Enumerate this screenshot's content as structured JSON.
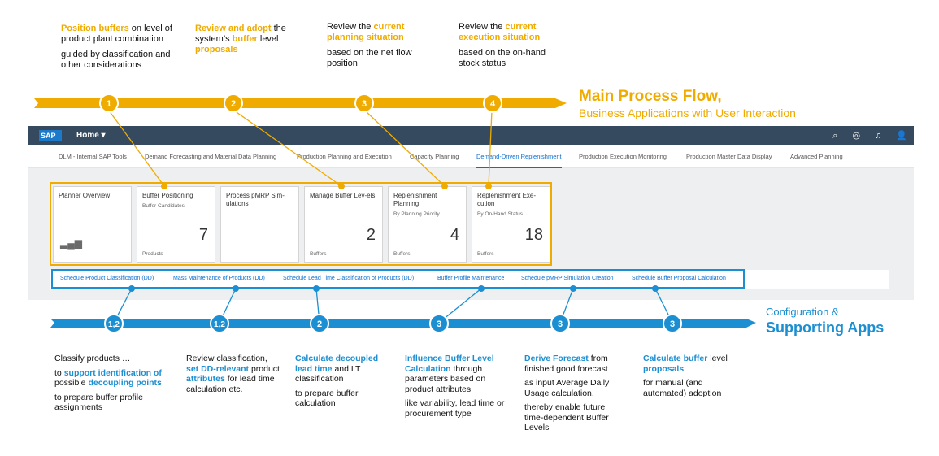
{
  "top_notes": [
    {
      "hl": "Position buffers",
      "t1": " on level of product plant combination",
      "t2": "guided by classification and other considerations"
    },
    {
      "hl": "Review and adopt",
      "t1": " the system’s ",
      "hl2": "buffer",
      "t3": " level ",
      "hl3": "proposals"
    },
    {
      "pre": "Review the ",
      "hl": "current planning situation",
      "t2": "based on the net flow position"
    },
    {
      "pre": "Review the ",
      "hl": "current execution situation",
      "t2": "based on the on-hand stock status"
    }
  ],
  "main_flow": {
    "title": "Main Process Flow,",
    "subtitle": "Business Applications with User Interaction"
  },
  "top_steps": [
    "1",
    "2",
    "3",
    "4"
  ],
  "shell": {
    "logo": "SAP",
    "home": "Home ▾",
    "icons": [
      "search-icon",
      "settings-icon",
      "notification-icon",
      "user-icon"
    ],
    "icon_glyphs": [
      "⌕",
      "◎",
      "♫",
      "👤"
    ]
  },
  "tabs": [
    {
      "label": "DLM - Internal SAP Tools"
    },
    {
      "label": "Demand Forecasting and Material Data Planning"
    },
    {
      "label": "Production Planning and Execution"
    },
    {
      "label": "Capacity Planning"
    },
    {
      "label": "Demand-Driven Replenishment",
      "active": true
    },
    {
      "label": "Production Execution Monitoring"
    },
    {
      "label": "Production Master Data Display"
    },
    {
      "label": "Advanced Planning"
    }
  ],
  "tiles": [
    {
      "title": "Planner Overview",
      "subtitle": "",
      "number": "",
      "unit": ""
    },
    {
      "title": "Buffer Positioning",
      "subtitle": "Buffer Candidates",
      "number": "7",
      "unit": "Products"
    },
    {
      "title": "Process pMRP Sim-ulations",
      "subtitle": "",
      "number": "",
      "unit": ""
    },
    {
      "title": "Manage Buffer Lev-els",
      "subtitle": "",
      "number": "2",
      "unit": "Buffers"
    },
    {
      "title": "Replenishment Planning",
      "subtitle": "By Planning Priority",
      "number": "4",
      "unit": "Buffers"
    },
    {
      "title": "Replenishment Exe-cution",
      "subtitle": "By On-Hand Status",
      "number": "18",
      "unit": "Buffers"
    }
  ],
  "links": [
    "Schedule Product Classification (DD)",
    "Mass Maintenance of Products (DD)",
    "Schedule Lead Time Classification of Products (DD)",
    "Buffer Profile Maintenance",
    "Schedule pMRP Simulation Creation",
    "Schedule Buffer Proposal Calculation"
  ],
  "config": {
    "title": "Configuration &",
    "subtitle": "Supporting Apps"
  },
  "bottom_steps": [
    "1,2",
    "1,2",
    "2",
    "3",
    "3",
    "3"
  ],
  "bottom_notes": [
    {
      "p1": "Classify products …",
      "p2a": "to ",
      "p2hl": "support identification of",
      "p2b": " possible ",
      "p2hl2": "decoupling points",
      "p3": "to prepare buffer profile assignments"
    },
    {
      "p1a": "Review classification, ",
      "p1hl": "set DD-relevant",
      "p1b": " product ",
      "p1hl2": "attributes",
      "p1c": " for lead time calculation etc."
    },
    {
      "hl": "Calculate decoupled lead time",
      "p1b": " and LT classification",
      "p2": "to prepare buffer calculation"
    },
    {
      "hl": "Influence Buffer Level Calculation",
      "p1b": " through parameters based on product attributes",
      "p2": "like variability, lead time or procurement type"
    },
    {
      "hl": "Derive Forecast",
      "p1b": " from finished good forecast",
      "p2": "as input Average Daily Usage calculation,",
      "p3": "thereby enable future time-dependent Buffer Levels"
    },
    {
      "hl": "Calculate buffer",
      "p1b": " level ",
      "hl2": "proposals",
      "p2": "for manual (and automated) adoption"
    }
  ],
  "colors": {
    "orange": "#f0ab00",
    "blue": "#1b8fd2",
    "shell": "#354a5f"
  }
}
